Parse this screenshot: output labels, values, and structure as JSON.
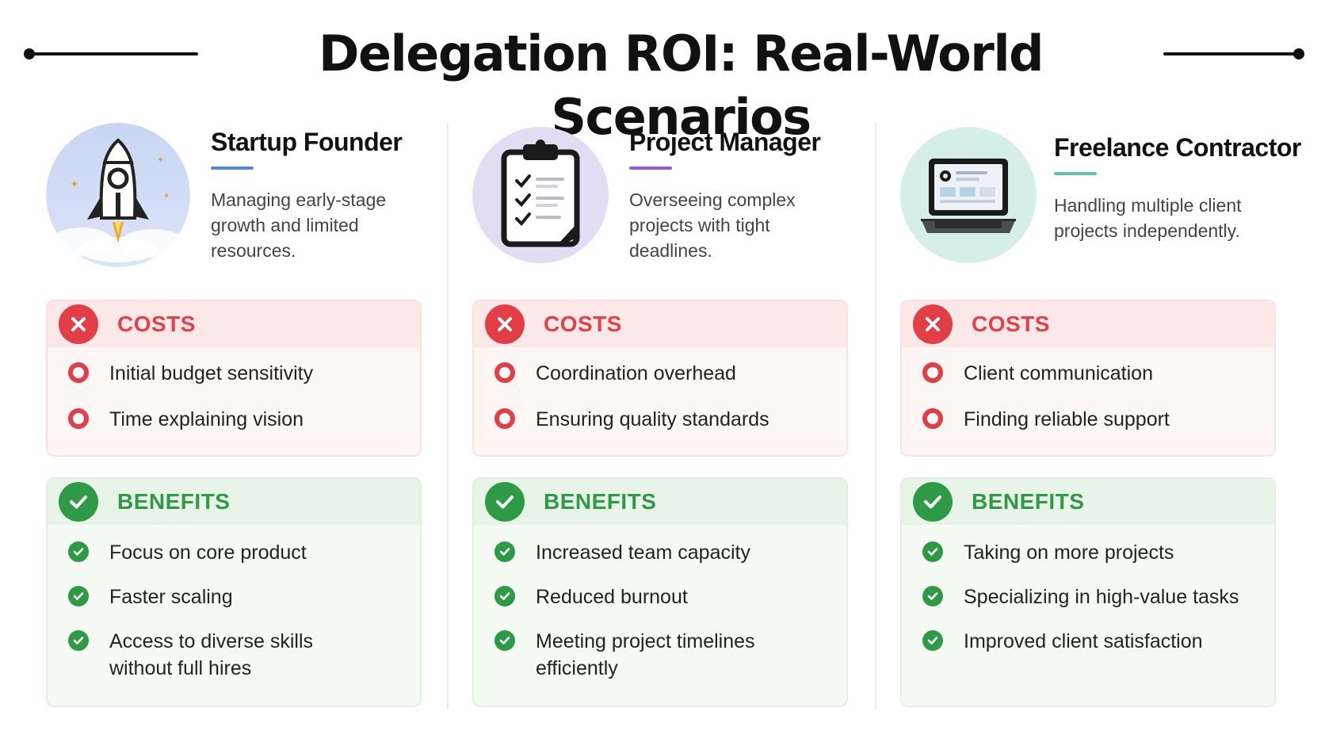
{
  "title": "Delegation ROI: Real-World Scenarios",
  "colors": {
    "cost_red": "#e23e46",
    "benefit_green": "#2f9a45",
    "accent_blue": "#5b86d6",
    "accent_purple": "#8e5ec9",
    "accent_teal": "#5bc2b4"
  },
  "columns": [
    {
      "name": "Startup Founder",
      "description": "Managing early-stage growth and limited resources.",
      "icon": "rocket-icon",
      "accent": "#5b86d6",
      "costs_label": "COSTS",
      "costs": [
        "Initial budget sensitivity",
        "Time explaining vision"
      ],
      "benefits_label": "BENEFITS",
      "benefits": [
        "Focus on core product",
        "Faster scaling",
        "Access to diverse skills without full hires"
      ]
    },
    {
      "name": "Project Manager",
      "description": "Overseeing complex projects with tight deadlines.",
      "icon": "clipboard-checklist-icon",
      "accent": "#8e5ec9",
      "costs_label": "COSTS",
      "costs": [
        "Coordination overhead",
        "Ensuring quality standards"
      ],
      "benefits_label": "BENEFITS",
      "benefits": [
        "Increased team capacity",
        "Reduced burnout",
        "Meeting project timelines efficiently"
      ]
    },
    {
      "name": "Freelance Contractor",
      "description": "Handling multiple client projects independently.",
      "icon": "laptop-icon",
      "accent": "#5bc2b4",
      "costs_label": "COSTS",
      "costs": [
        "Client communication",
        "Finding reliable support"
      ],
      "benefits_label": "BENEFITS",
      "benefits": [
        "Taking on more projects",
        "Specializing in high-value tasks",
        "Improved client satisfaction"
      ]
    }
  ]
}
